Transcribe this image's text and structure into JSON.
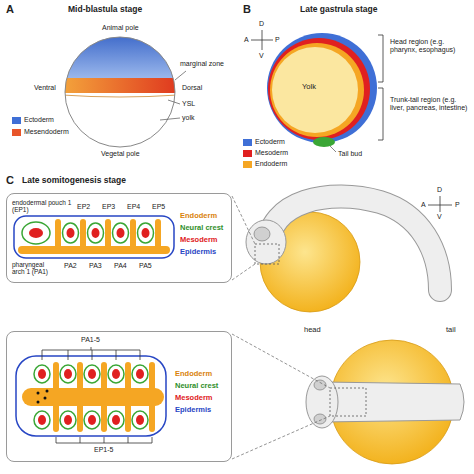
{
  "diagram": {
    "nodes": [
      {
        "text": [
          "endodermal pouch 1 (EP1)",
          "EP2",
          "EP3",
          "EP4",
          "EP5",
          "pharyngeal arch 1 (PA1)",
          "PA2",
          "PA3",
          "PA4",
          "PA5",
          "Endoderm",
          "Neural crest",
          "Mesoderm",
          "Epidermis"
        ]
      },
      {
        "text": [
          "PA1-5",
          "EP1-5",
          "Endoderm",
          "Neural crest",
          "Mesoderm",
          "Epidermis"
        ]
      }
    ],
    "labels": [
      "A",
      "Mid-blastula stage",
      "Animal pole",
      "Ventral",
      "marginal zone",
      "Dorsal",
      "YSL",
      "yolk",
      "Vegetal pole",
      "B",
      "Late gastrula stage",
      "A",
      "P",
      "D",
      "V",
      "Yolk",
      "Head region (e.g. pharynx, esophagus)",
      "Trunk-tail region (e.g. liver, pancreas, intestine)",
      "Tail bud",
      "C",
      "Late somitogenesis stage",
      "A",
      "P",
      "D",
      "V",
      "head",
      "tail"
    ],
    "legend": [
      {
        "text": "Ectoderm",
        "color": "#3f6fd6"
      },
      {
        "text": "Mesendoderm",
        "color": "#e8552a"
      },
      {
        "text": "Ectoderm",
        "color": "#3f6fd6"
      },
      {
        "text": "Mesoderm",
        "color": "#e02020"
      },
      {
        "text": "Endoderm",
        "color": "#f5a623"
      }
    ]
  }
}
